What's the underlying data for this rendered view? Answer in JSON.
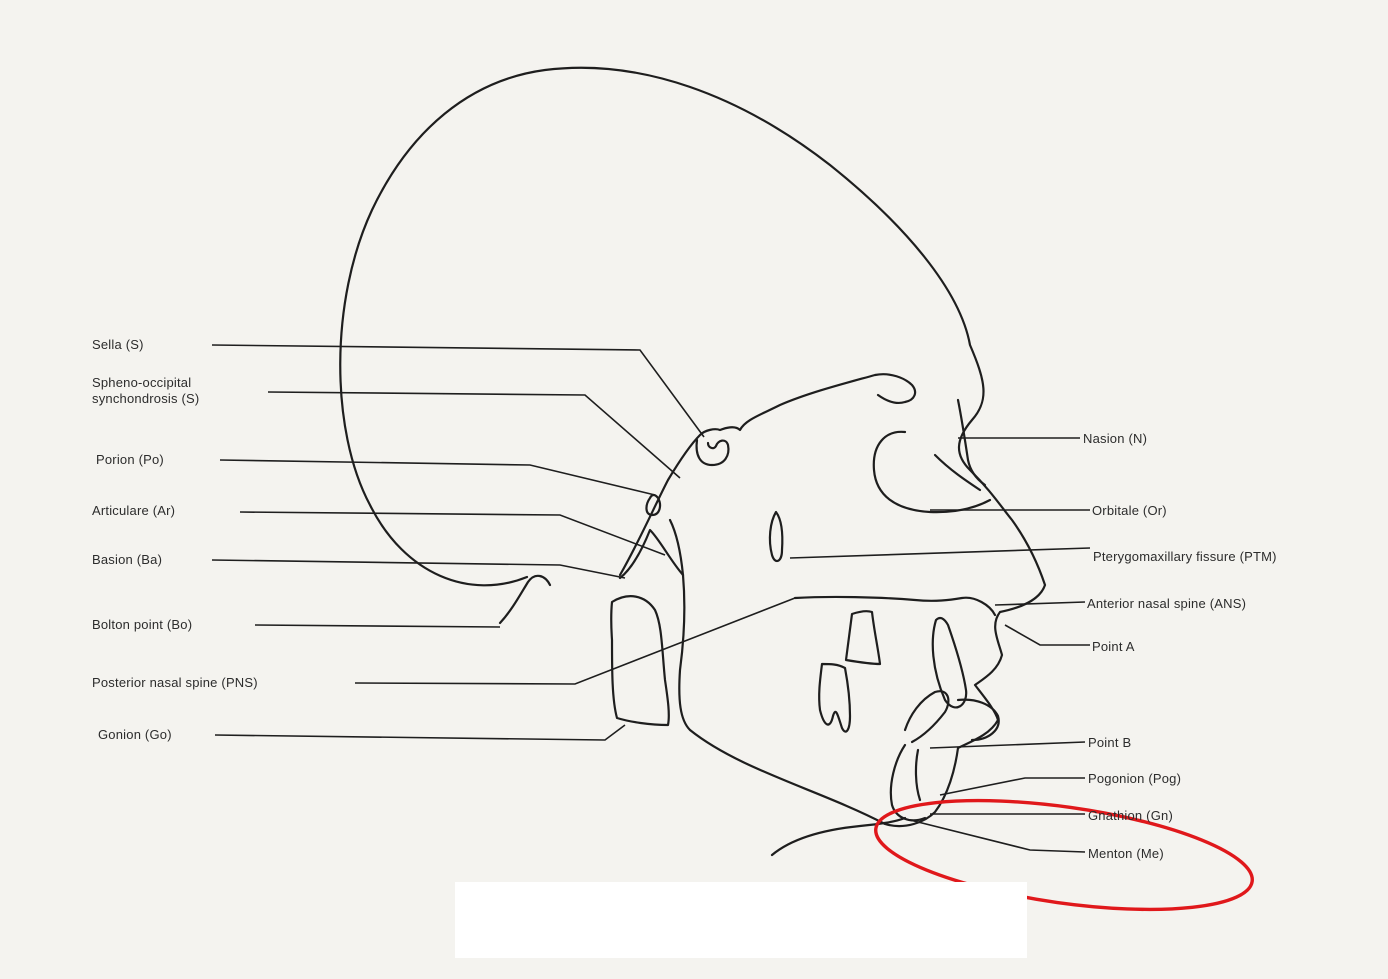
{
  "labels_left": [
    {
      "id": "sella",
      "text": "Sella (S)"
    },
    {
      "id": "spheno_occipital",
      "line1": "Spheno-occipital",
      "line2": "synchondrosis (S)"
    },
    {
      "id": "porion",
      "text": "Porion (Po)"
    },
    {
      "id": "articulare",
      "text": "Articulare (Ar)"
    },
    {
      "id": "basion",
      "text": "Basion (Ba)"
    },
    {
      "id": "bolton",
      "text": "Bolton point (Bo)"
    },
    {
      "id": "pns",
      "text": "Posterior nasal spine (PNS)"
    },
    {
      "id": "gonion",
      "text": "Gonion (Go)"
    }
  ],
  "labels_right": [
    {
      "id": "nasion",
      "text": "Nasion (N)"
    },
    {
      "id": "orbitale",
      "text": "Orbitale (Or)"
    },
    {
      "id": "ptm",
      "text": "Pterygomaxillary fissure (PTM)"
    },
    {
      "id": "ans",
      "text": "Anterior nasal spine (ANS)"
    },
    {
      "id": "point_a",
      "text": "Point A"
    },
    {
      "id": "point_b",
      "text": "Point B"
    },
    {
      "id": "pogonion",
      "text": "Pogonion (Pog)"
    },
    {
      "id": "gnathion",
      "text": "Gnathion (Gn)"
    },
    {
      "id": "menton",
      "text": "Menton (Me)"
    }
  ],
  "highlight": {
    "shape": "ellipse",
    "color": "#e0181b",
    "marks": [
      "Gnathion (Gn)",
      "Menton (Me)"
    ]
  },
  "colors": {
    "ink": "#1e1e1e",
    "paper": "#f4f3ef",
    "frame": "#000000"
  }
}
